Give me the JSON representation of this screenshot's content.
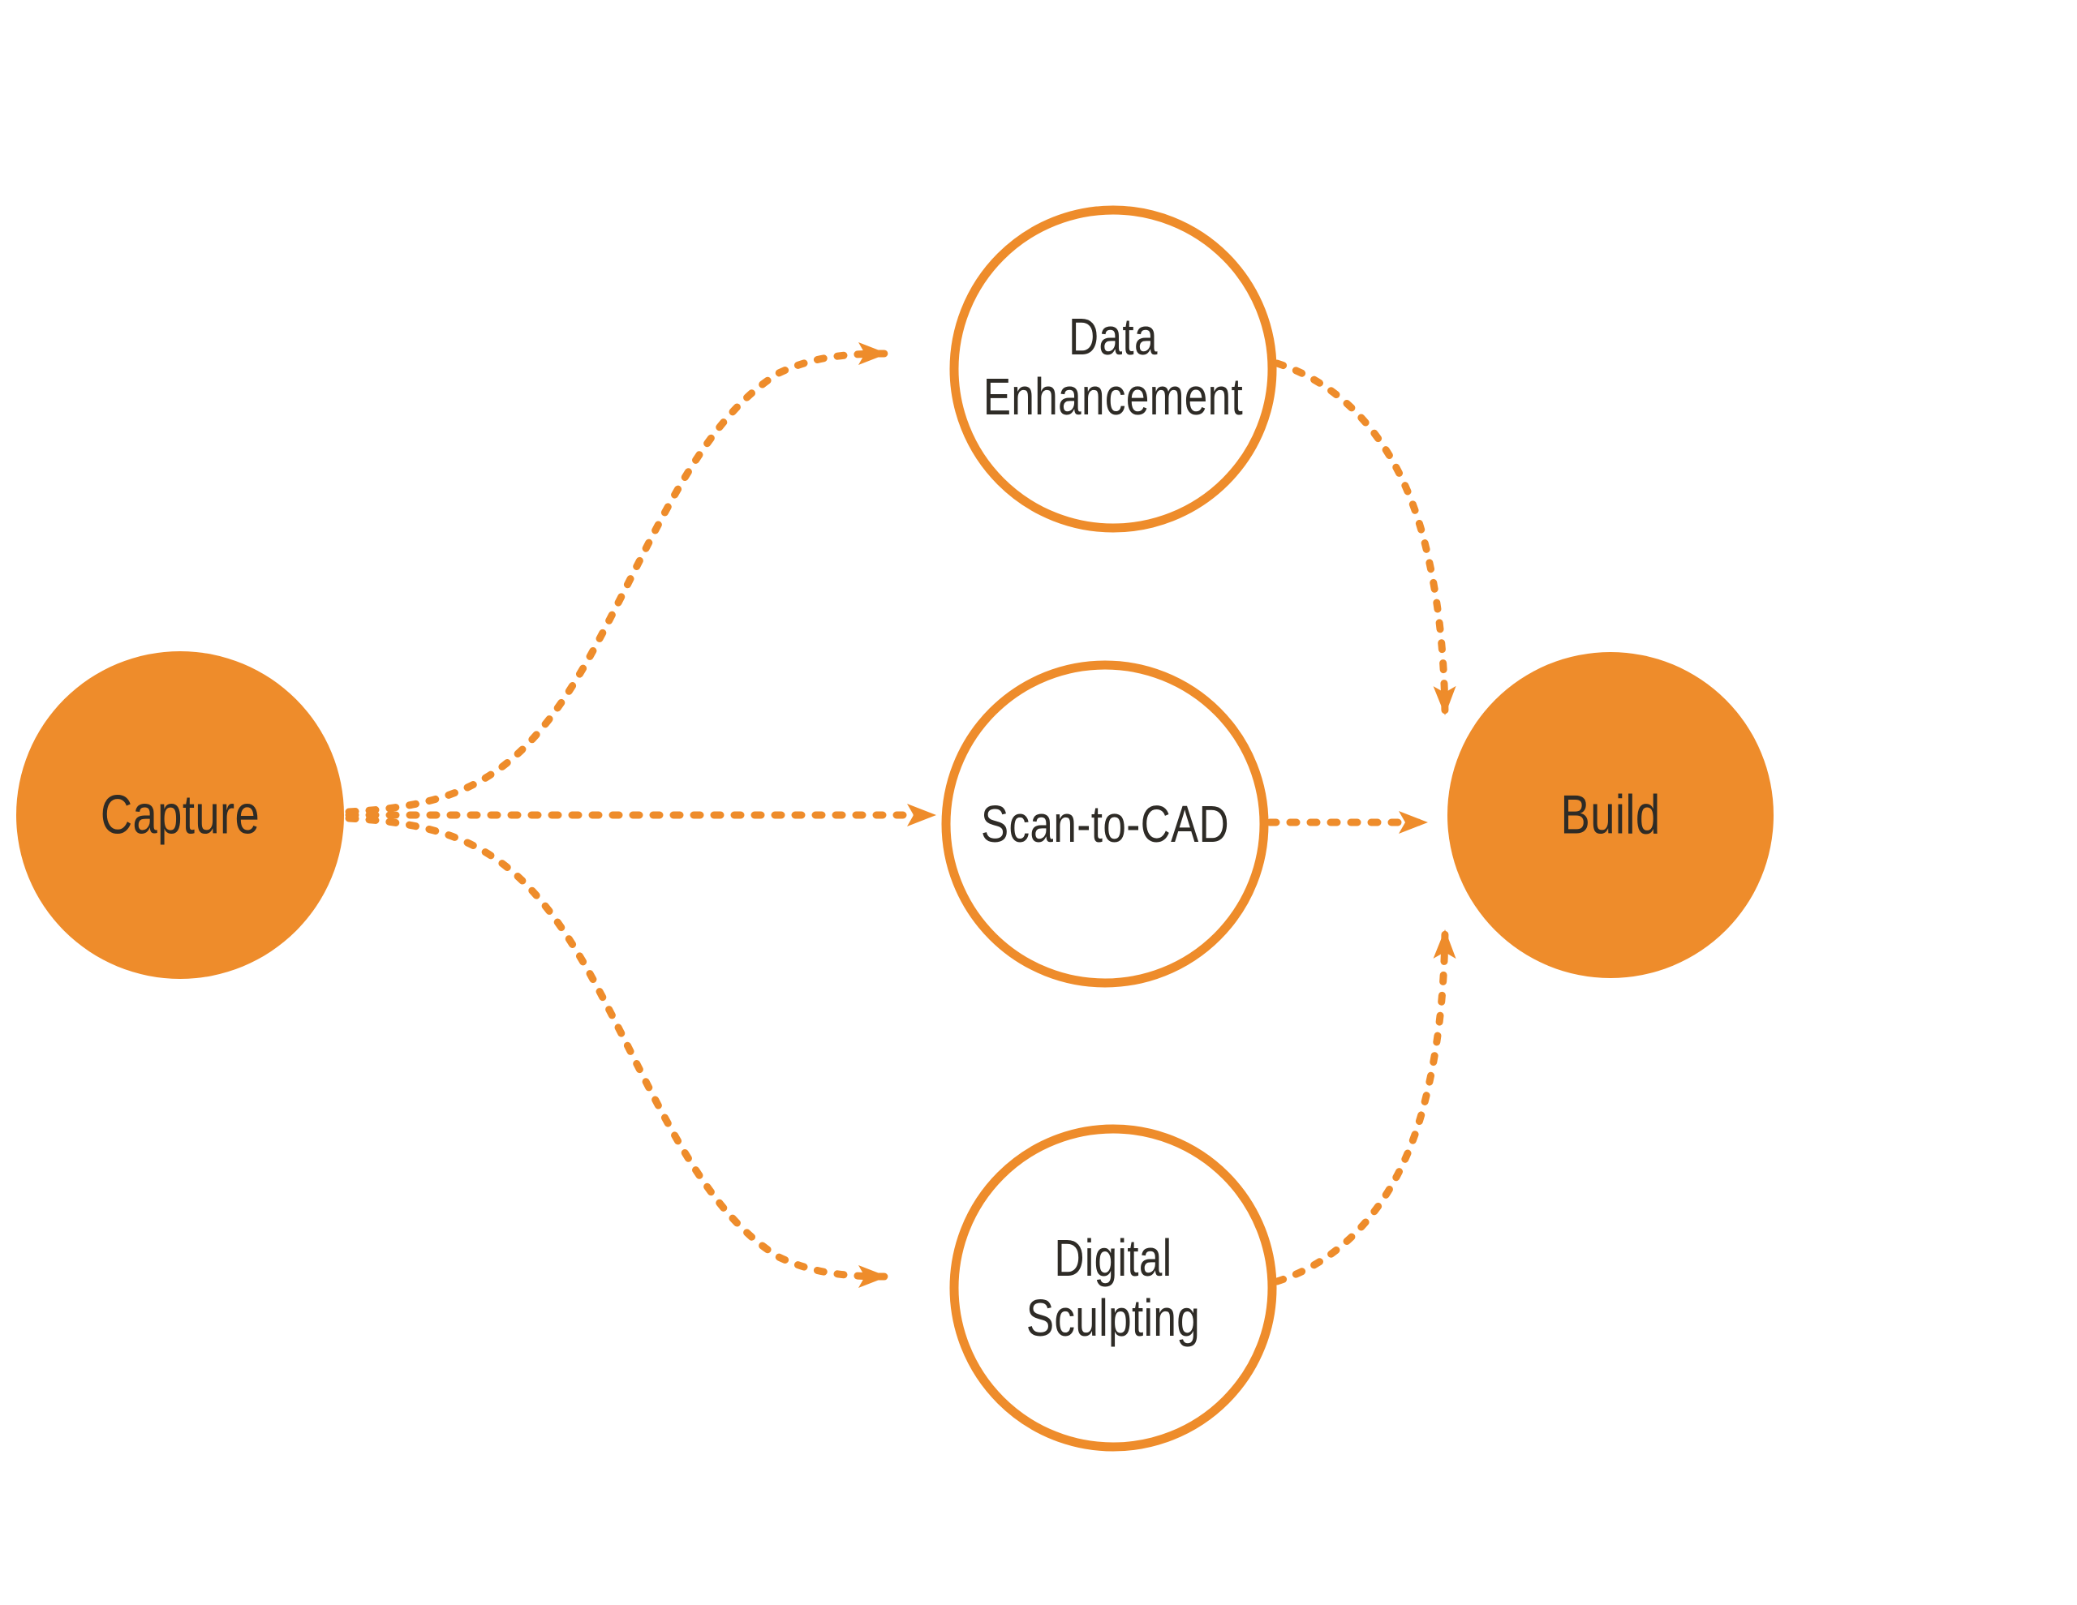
{
  "diagram": {
    "colors": {
      "accent": "#ee8c2b",
      "node_fill_hollow": "#ffffff",
      "label": "#2e2b26",
      "background": "#ffffff"
    },
    "nodes": {
      "capture": {
        "label": "Capture",
        "style": "filled"
      },
      "data_enhancement": {
        "line1": "Data",
        "line2": "Enhancement",
        "style": "outlined"
      },
      "scan_to_cad": {
        "label": "Scan-to-CAD",
        "style": "outlined"
      },
      "digital_sculpting": {
        "line1": "Digital",
        "line2": "Sculpting",
        "style": "outlined"
      },
      "build": {
        "label": "Build",
        "style": "filled"
      }
    },
    "connectors": [
      {
        "from": "Capture",
        "to": "Data Enhancement",
        "style": "dashed-arrow"
      },
      {
        "from": "Capture",
        "to": "Scan-to-CAD",
        "style": "dashed-arrow"
      },
      {
        "from": "Capture",
        "to": "Digital Sculpting",
        "style": "dashed-arrow"
      },
      {
        "from": "Data Enhancement",
        "to": "Build",
        "style": "dashed-arrow"
      },
      {
        "from": "Scan-to-CAD",
        "to": "Build",
        "style": "dashed-arrow"
      },
      {
        "from": "Digital Sculpting",
        "to": "Build",
        "style": "dashed-arrow"
      }
    ]
  }
}
